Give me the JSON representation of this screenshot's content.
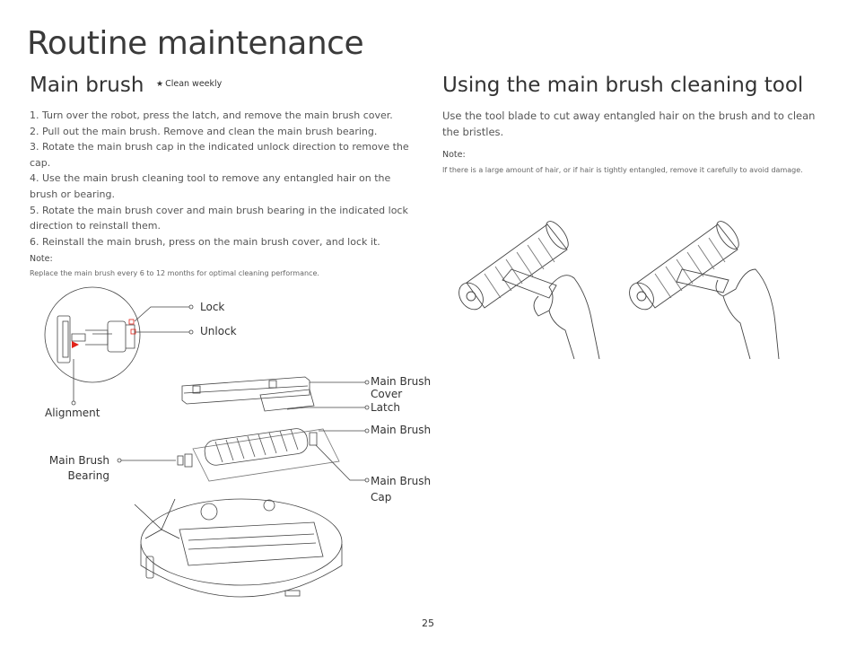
{
  "page": {
    "title": "Routine maintenance",
    "number": "25"
  },
  "main_brush": {
    "title": "Main brush",
    "badge_star": "★",
    "badge": "Clean weekly",
    "steps": [
      "1. Turn over the robot, press the latch, and remove the main brush cover.",
      "2. Pull out the main brush. Remove and clean the main brush bearing.",
      "3. Rotate the main brush cap in the indicated unlock direction to remove the cap.",
      "4. Use the main brush cleaning tool to remove any entangled hair on the brush or bearing.",
      "5. Rotate the main brush cover and main brush bearing in the indicated lock direction to reinstall them.",
      "6. Reinstall the main brush, press on the main brush cover, and lock it."
    ],
    "note_label": "Note:",
    "note_text": "Replace the main brush every 6 to 12 months for optimal cleaning performance."
  },
  "diagram": {
    "lock": "Lock",
    "unlock": "Unlock",
    "alignment": "Alignment",
    "cover_line1": "Main Brush",
    "cover_line2": "Cover",
    "latch": "Latch",
    "main_brush": "Main Brush",
    "bearing_line1": "Main Brush",
    "bearing_line2": "Bearing",
    "cap_line1": "Main Brush",
    "cap_line2": "Cap",
    "accent_color": "#e2231a"
  },
  "tool_section": {
    "title": "Using the main brush cleaning tool",
    "description": "Use the tool blade to cut away entangled hair on the brush and to clean the bristles.",
    "note_label": "Note:",
    "note_text": "If there is a large amount of hair, or if hair is tightly entangled, remove it carefully to avoid damage."
  }
}
